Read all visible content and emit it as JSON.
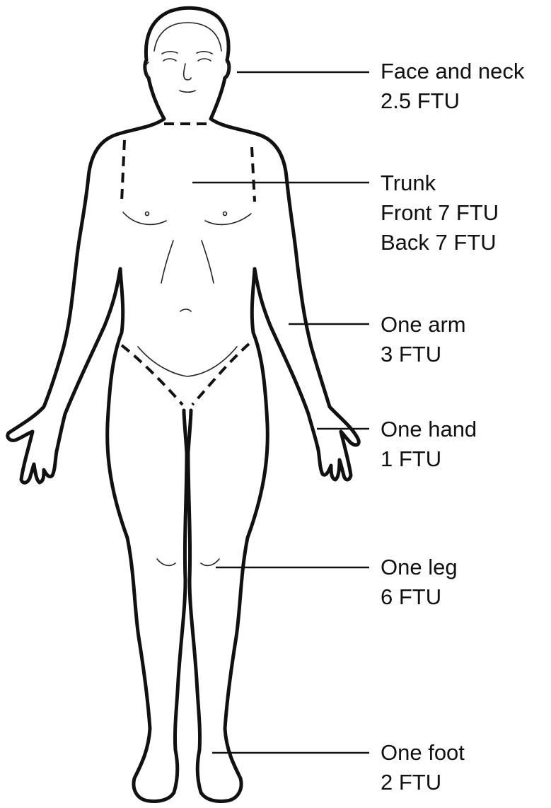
{
  "labels": {
    "face_neck": {
      "name": "Face and neck",
      "amount": "2.5 FTU"
    },
    "trunk": {
      "name": "Trunk",
      "front": "Front 7 FTU",
      "back": "Back 7 FTU"
    },
    "arm": {
      "name": "One arm",
      "amount": "3 FTU"
    },
    "hand": {
      "name": "One hand",
      "amount": "1 FTU"
    },
    "leg": {
      "name": "One leg",
      "amount": "6 FTU"
    },
    "foot": {
      "name": "One foot",
      "amount": "2 FTU"
    }
  },
  "colors": {
    "ink": "#111111",
    "background": "#ffffff"
  }
}
